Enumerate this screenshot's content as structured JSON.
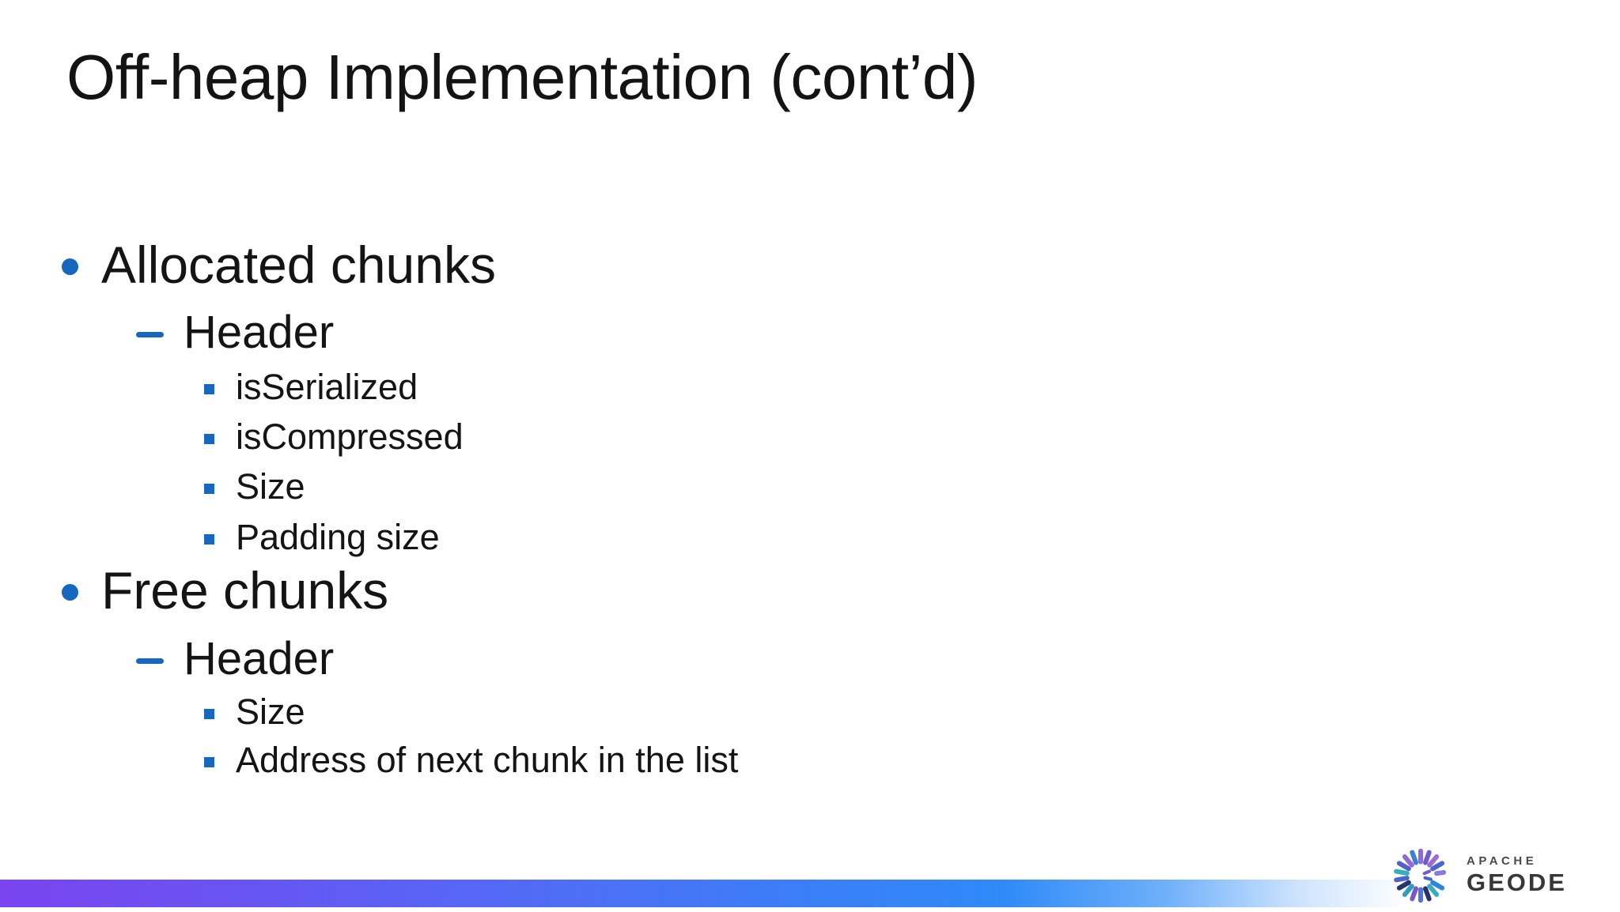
{
  "slide": {
    "title": "Off-heap Implementation (cont’d)",
    "bullets": [
      {
        "level": 1,
        "text": "Allocated chunks"
      },
      {
        "level": 2,
        "text": "Header"
      },
      {
        "level": 3,
        "text": "isSerialized"
      },
      {
        "level": 3,
        "text": "isCompressed"
      },
      {
        "level": 3,
        "text": "Size"
      },
      {
        "level": 3,
        "text": "Padding size"
      },
      {
        "level": 1,
        "text": "Free chunks"
      },
      {
        "level": 2,
        "text": "Header"
      },
      {
        "level": 3,
        "text": "Size"
      },
      {
        "level": 3,
        "text": "Address of next chunk in the list"
      }
    ]
  },
  "logo": {
    "apache": "APACHE",
    "geode": "GEODE"
  },
  "theme": {
    "bullet_color": "#1766bf",
    "text_color": "#141414",
    "footer_gradient_left": "#7a44f0",
    "footer_gradient_mid": "#2f8af8",
    "footer_gradient_right": "#ffffff",
    "logo_text_color": "#383838"
  }
}
